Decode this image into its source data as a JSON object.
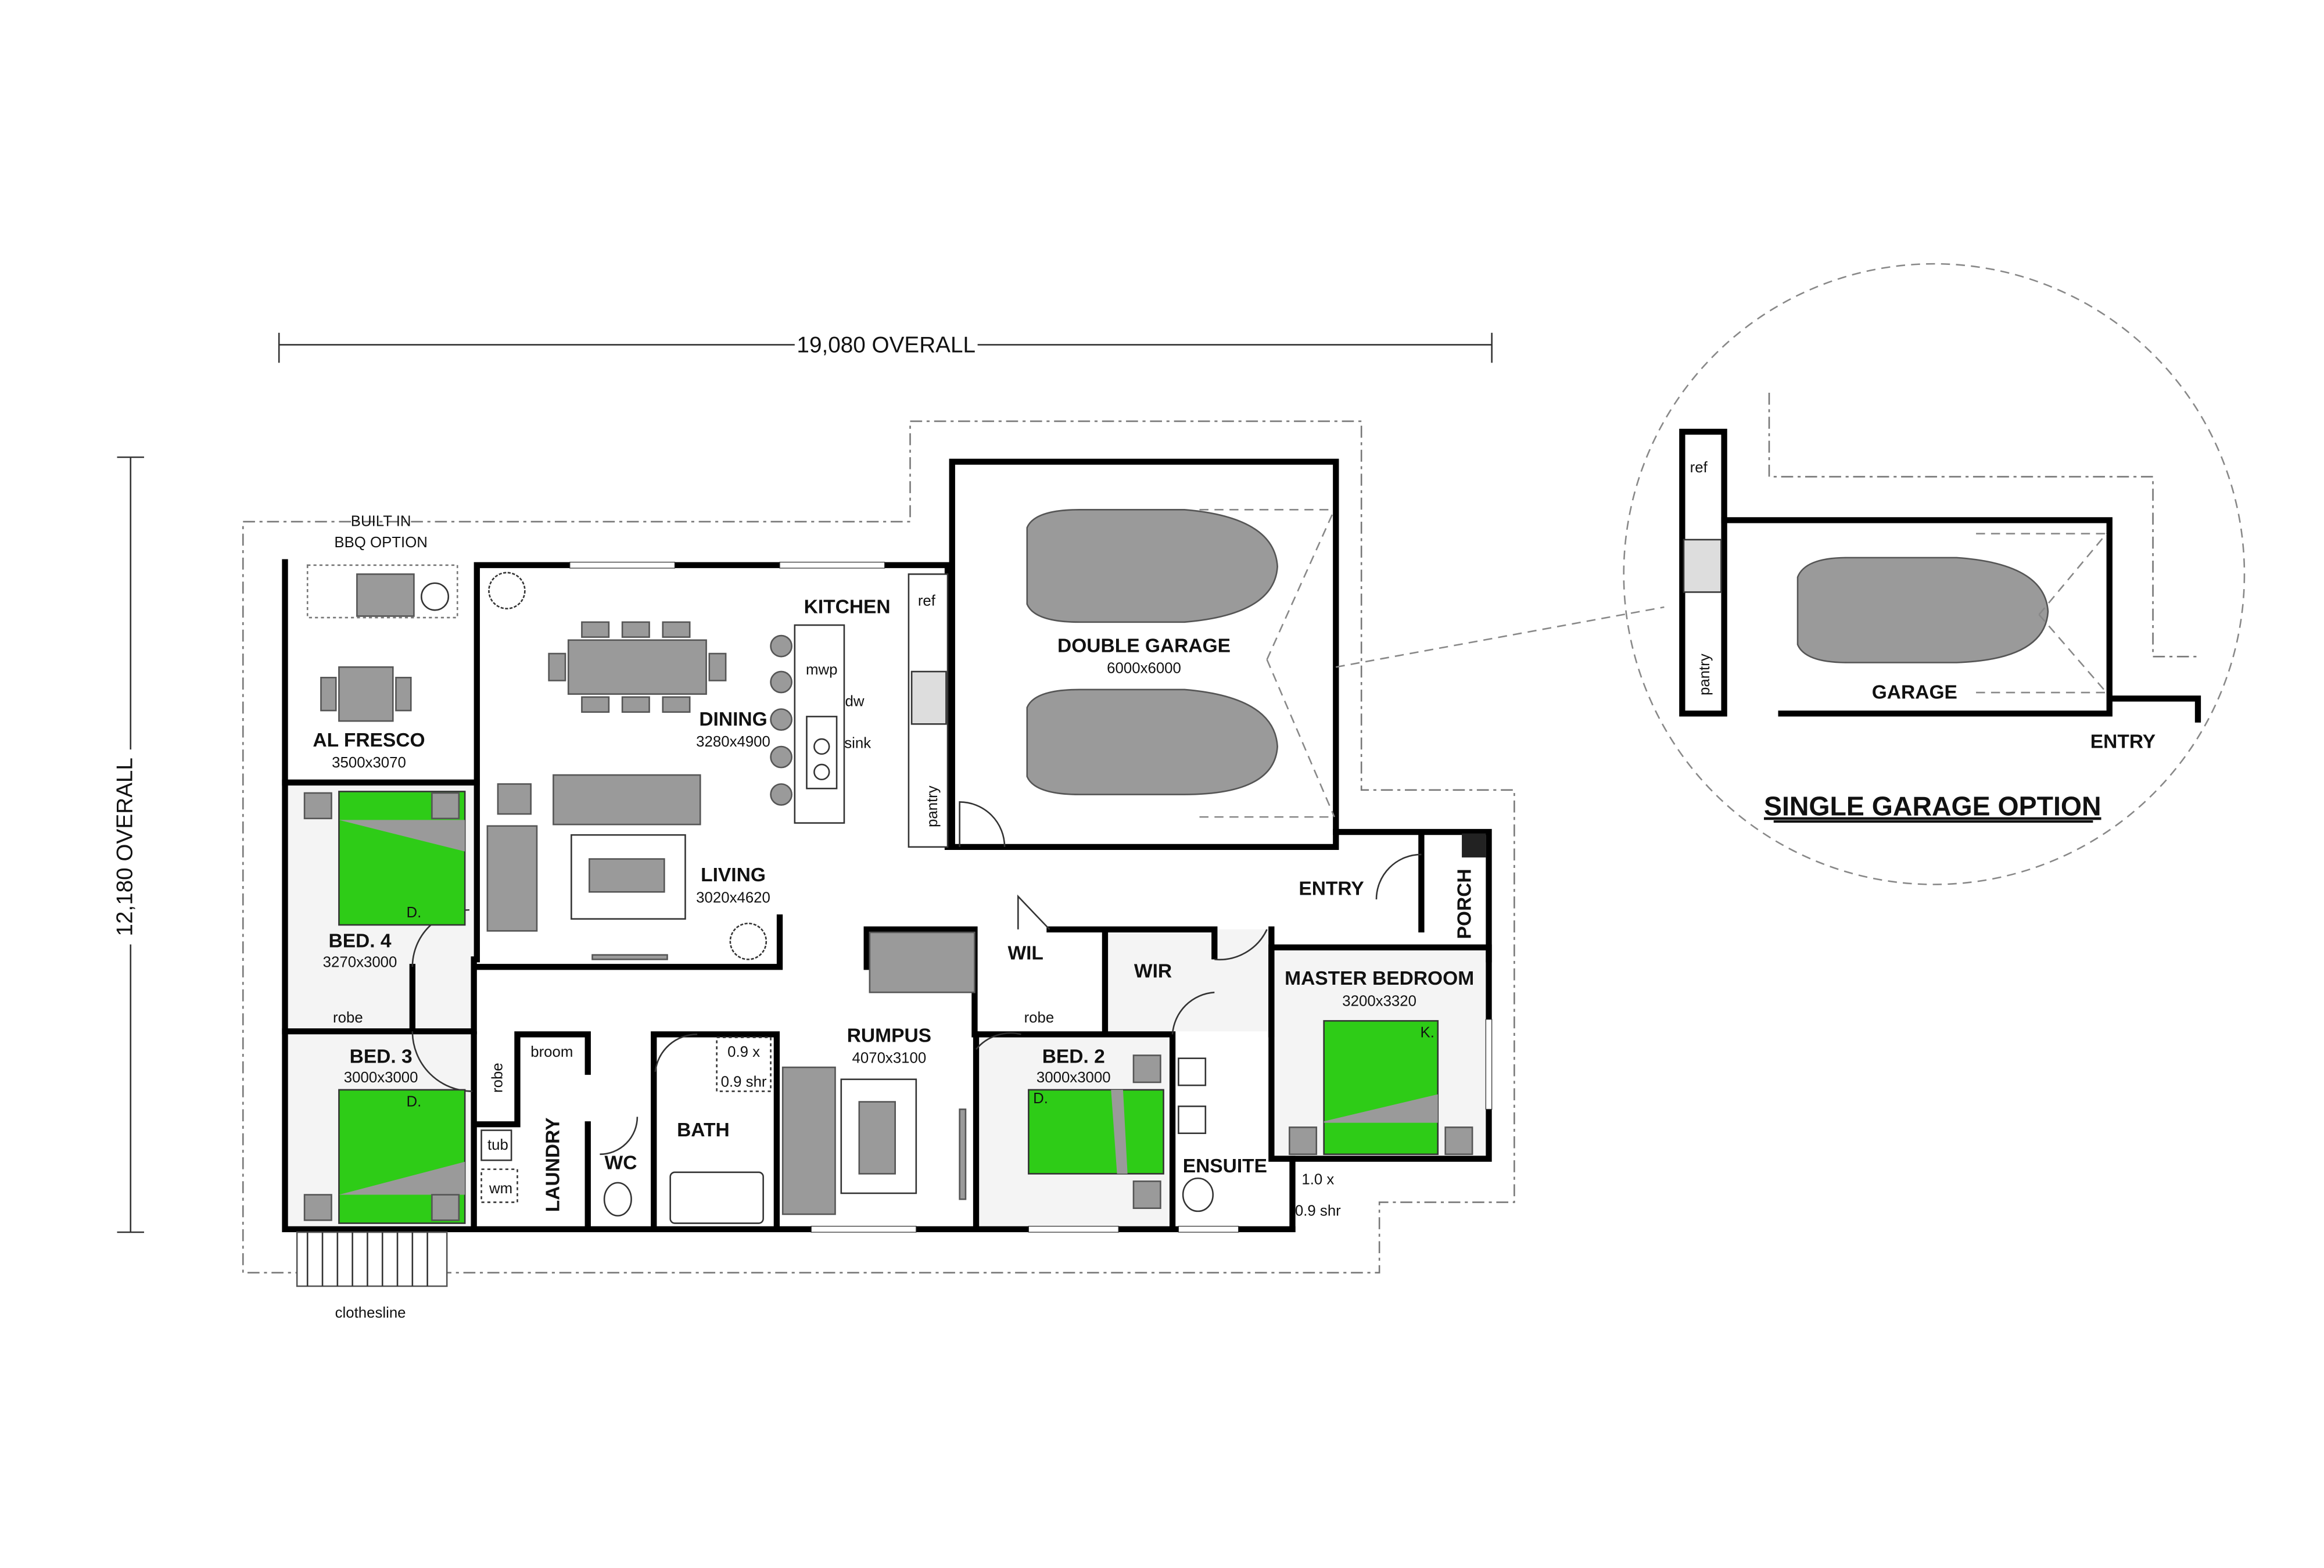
{
  "dimensions": {
    "width_overall": "19,080 OVERALL",
    "depth_overall": "12,180 OVERALL"
  },
  "rooms": [
    {
      "name": "AL FRESCO",
      "size": "3500x3070"
    },
    {
      "name": "DINING",
      "size": "3280x4900"
    },
    {
      "name": "KITCHEN"
    },
    {
      "name": "LIVING",
      "size": "3020x4620"
    },
    {
      "name": "DOUBLE GARAGE",
      "size": "6000x6000"
    },
    {
      "name": "ENTRY"
    },
    {
      "name": "PORCH"
    },
    {
      "name": "BED. 4",
      "size": "3270x3000"
    },
    {
      "name": "BED. 3",
      "size": "3000x3000"
    },
    {
      "name": "RUMPUS",
      "size": "4070x3100"
    },
    {
      "name": "BED. 2",
      "size": "3000x3000"
    },
    {
      "name": "MASTER BEDROOM",
      "size": "3200x3320"
    },
    {
      "name": "WIL"
    },
    {
      "name": "WIR"
    },
    {
      "name": "ENSUITE"
    },
    {
      "name": "BATH"
    },
    {
      "name": "WC"
    },
    {
      "name": "LAUNDRY"
    }
  ],
  "fixtures": {
    "bbq_line1": "BUILT IN",
    "bbq_line2": "BBQ OPTION",
    "ref": "ref",
    "mwp": "mwp",
    "dw": "dw",
    "sink": "sink",
    "pantry": "pantry",
    "robe_bed4": "robe",
    "robe_laundry": "robe",
    "broom": "broom",
    "tub": "tub",
    "wm": "wm",
    "bath_shower_1": "0.9 x",
    "bath_shower_2": "0.9 shr",
    "robe_bed2": "robe",
    "ens_shower_1": "1.0 x",
    "ens_shower_2": "0.9 shr",
    "clothesline": "clothesline",
    "bed_double": "D.",
    "bed_king": "K."
  },
  "inset": {
    "title": "SINGLE GARAGE OPTION",
    "ref": "ref",
    "pantry": "pantry",
    "garage": "GARAGE",
    "entry": "ENTRY"
  },
  "colors": {
    "bed": "#2ecc17",
    "furniture": "#9a9a9a",
    "wall": "#000000"
  }
}
